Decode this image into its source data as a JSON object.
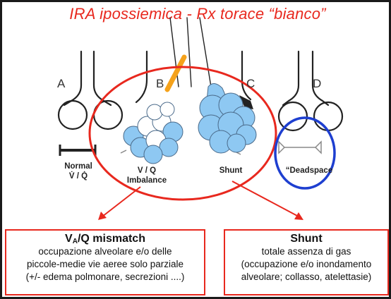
{
  "title": "IRA ipossiemica - Rx torace “bianco”",
  "diagram": {
    "letters": [
      "A",
      "B",
      "C",
      "D"
    ],
    "labels": {
      "normal": "Normal",
      "normal_ratio": "V̇ / Q̇",
      "vq_line1": "V / Q",
      "vq_line2": "Imbalance",
      "shunt": "Shunt",
      "deadspace": "“Deadspace"
    }
  },
  "boxes": {
    "left": {
      "title_main": "V",
      "title_sub": "A",
      "title_rest": "/Q mismatch",
      "lines": [
        "occupazione alveolare e/o delle",
        "piccole-medie vie aeree solo parziale",
        "(+/- edema polmonare, secrezioni ....)"
      ]
    },
    "right": {
      "title": "Shunt",
      "lines": [
        "totale assenza di gas",
        "(occupazione e/o inondamento",
        "alveolare; collasso, atelettasie)"
      ]
    }
  },
  "colors": {
    "accent_red": "#e8281e",
    "highlight_blue": "#1e3fd0",
    "alveolus_blue": "#8ec8f2",
    "airway_orange": "#f5a21b"
  }
}
